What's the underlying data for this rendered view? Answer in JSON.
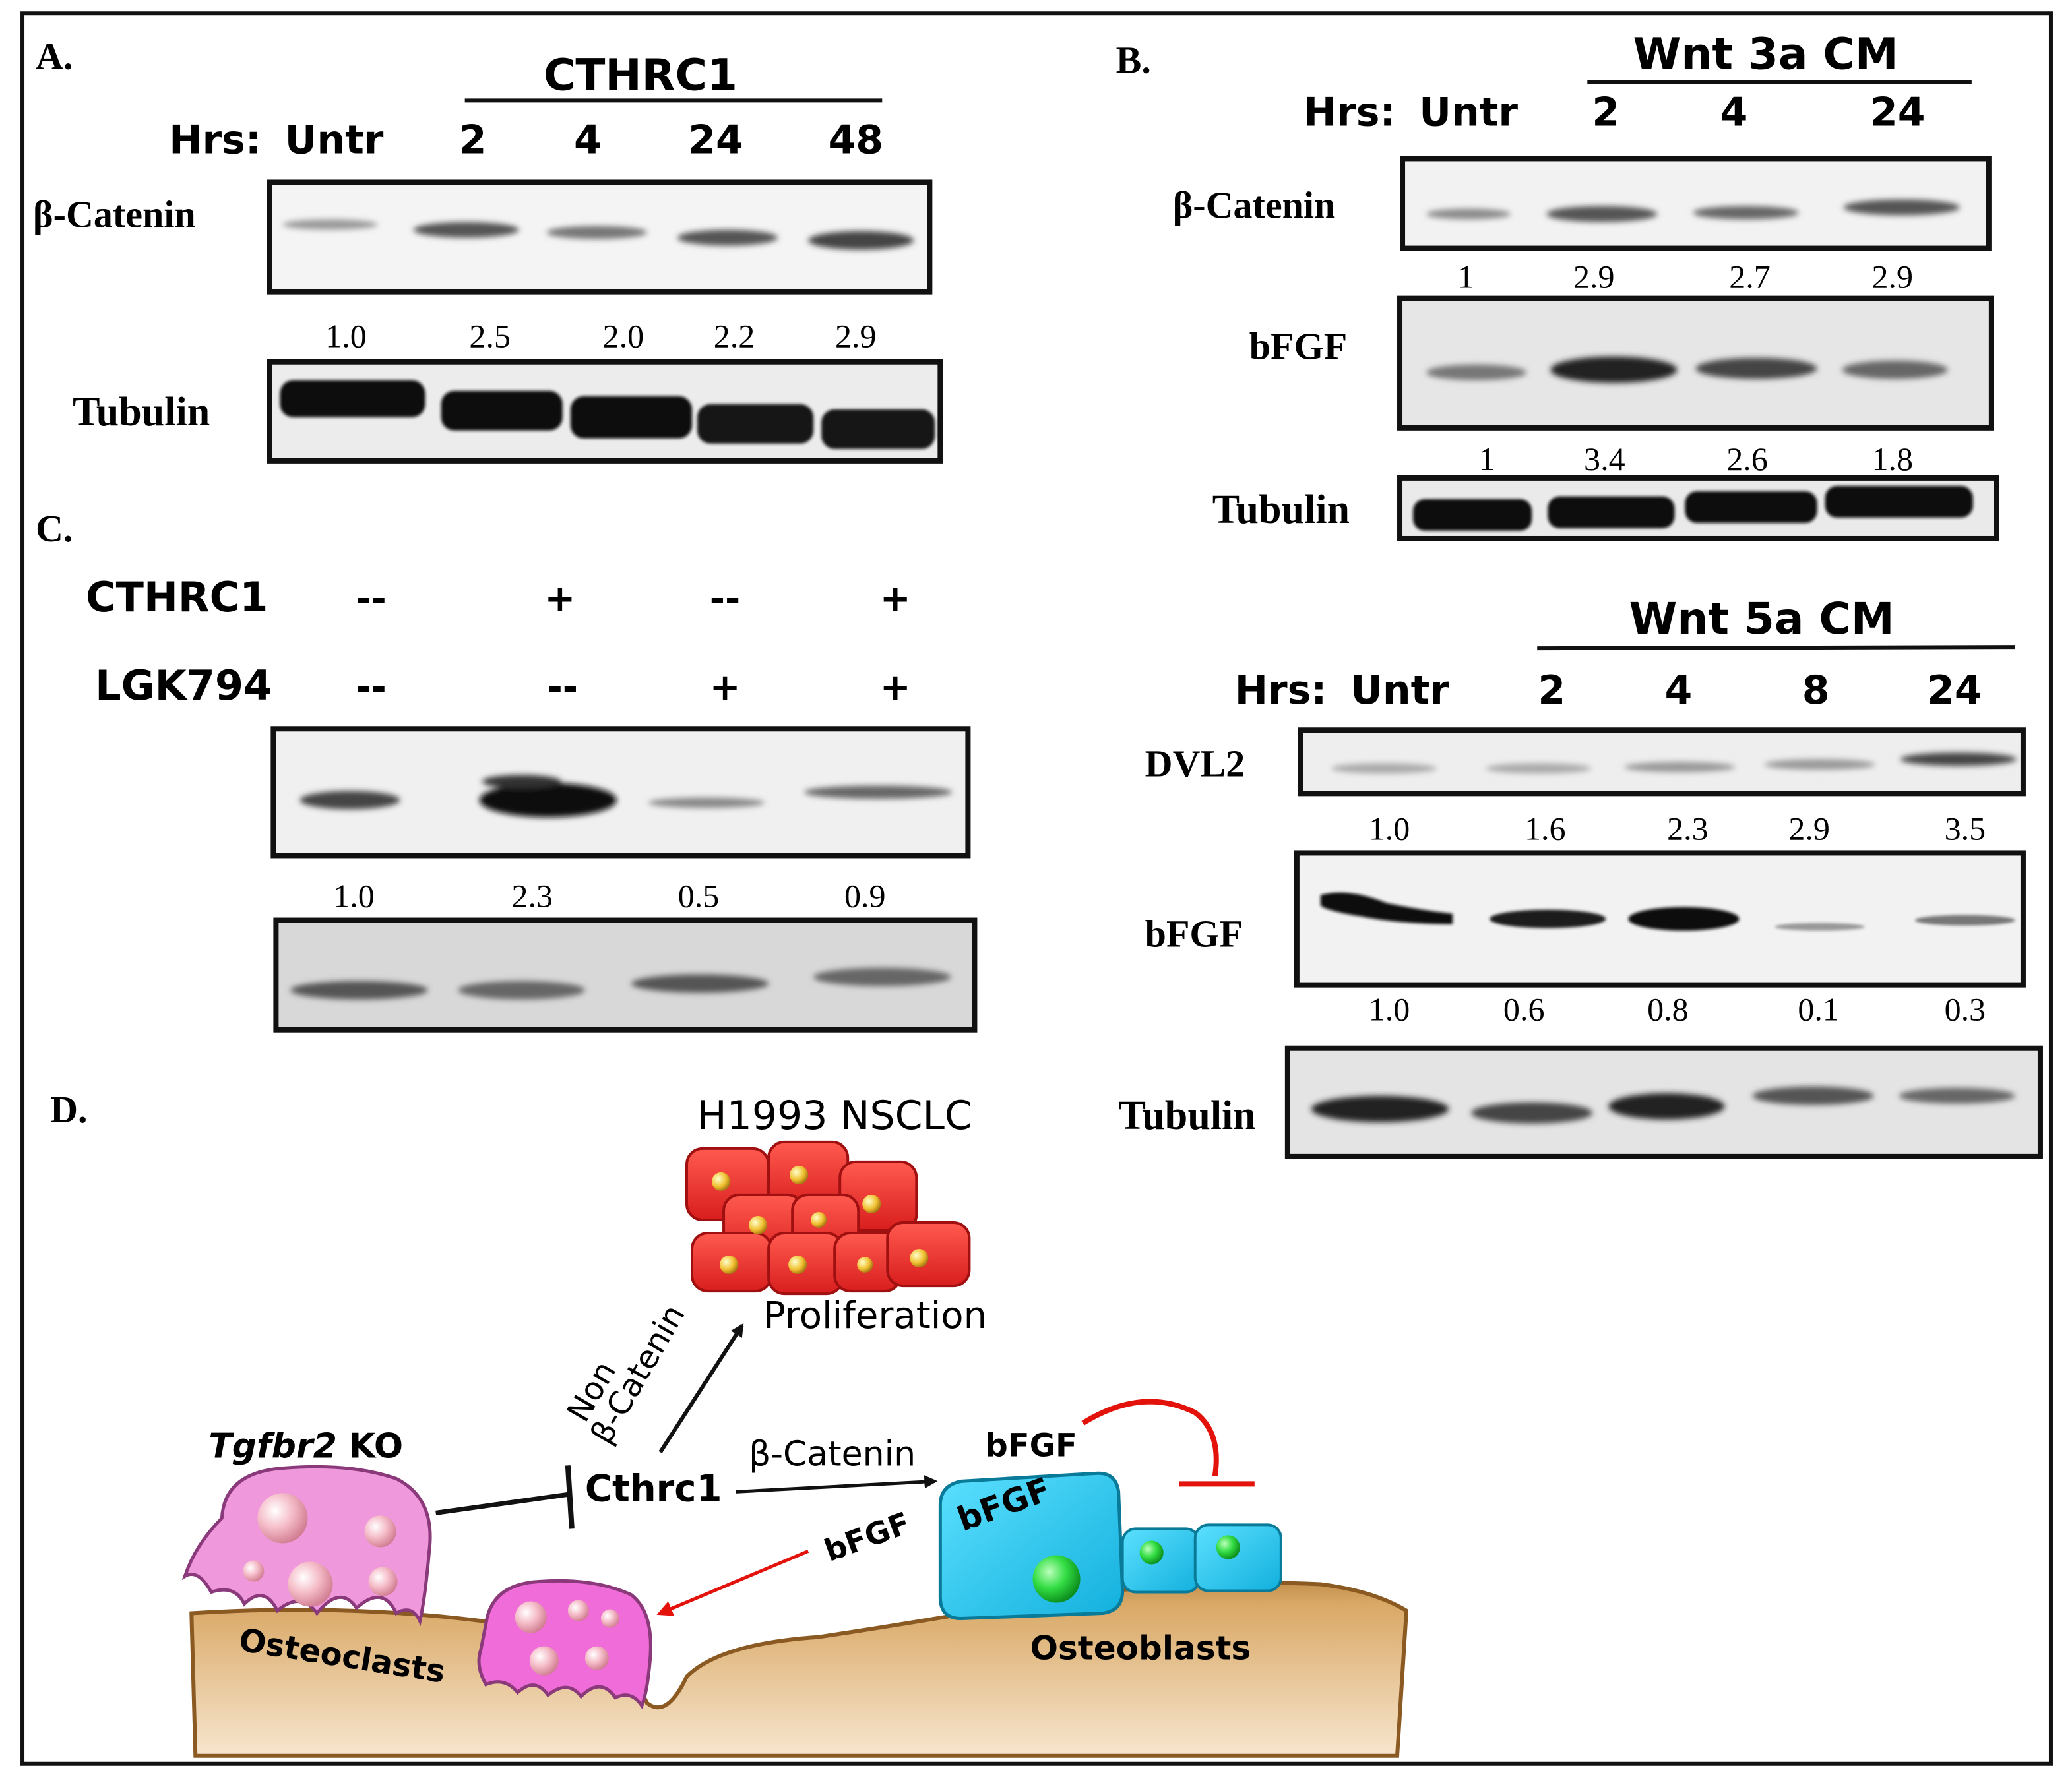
{
  "panelA": {
    "letter": "A.",
    "treatment": "CTHRC1",
    "hrs": "Hrs:",
    "lanes": [
      "Untr",
      "2",
      "4",
      "24",
      "48"
    ],
    "blot1": "β-Catenin",
    "quant": [
      "1.0",
      "2.5",
      "2.0",
      "2.2",
      "2.9"
    ],
    "blot2": "Tubulin"
  },
  "panelB": {
    "letter": "B.",
    "top": {
      "treatment": "Wnt 3a CM",
      "hrs": "Hrs:",
      "lanes": [
        "Untr",
        "2",
        "4",
        "24"
      ],
      "blot1": "β-Catenin",
      "quant1": [
        "1",
        "2.9",
        "2.7",
        "2.9"
      ],
      "blot2": "bFGF",
      "quant2": [
        "1",
        "3.4",
        "2.6",
        "1.8"
      ],
      "blot3": "Tubulin"
    },
    "bottom": {
      "treatment": "Wnt 5a CM",
      "hrs": "Hrs:",
      "lanes": [
        "Untr",
        "2",
        "4",
        "8",
        "24"
      ],
      "blot1": "DVL2",
      "quant1": [
        "1.0",
        "1.6",
        "2.3",
        "2.9",
        "3.5"
      ],
      "blot2": "bFGF",
      "quant2": [
        "1.0",
        "0.6",
        "0.8",
        "0.1",
        "0.3"
      ],
      "blot3": "Tubulin"
    }
  },
  "panelC": {
    "letter": "C.",
    "row1_label": "CTHRC1",
    "row1": [
      "--",
      "+",
      "--",
      "+"
    ],
    "row2_label": "LGK794",
    "row2": [
      "--",
      "--",
      "+",
      "+"
    ],
    "quant": [
      "1.0",
      "2.3",
      "0.5",
      "0.9"
    ]
  },
  "panelD": {
    "letter": "D.",
    "cells_title": "H1993 NSCLC",
    "proliferation": "Proliferation",
    "non": "Non",
    "beta_catenin_path": "β-Catenin",
    "ko_gene": "Tgfbr2",
    "ko_suffix": " KO",
    "cthrc1": "Cthrc1",
    "beta_catenin_arrow": "β-Catenin",
    "bfgf_top": "bFGF",
    "bfgf_cell": "bFGF",
    "bfgf_arrow": "bFGF",
    "osteoclasts": "Osteoclasts",
    "osteoblasts": "Osteoblasts"
  },
  "colors": {
    "inhibit_red": "#e3120b",
    "osteoclast_pink": "#ee88dd",
    "osteoblast_cyan": "#22c8ee",
    "tumor_red": "#e8302a",
    "bone_tan": "#d9a765",
    "nucleus_green": "#22cc33"
  }
}
